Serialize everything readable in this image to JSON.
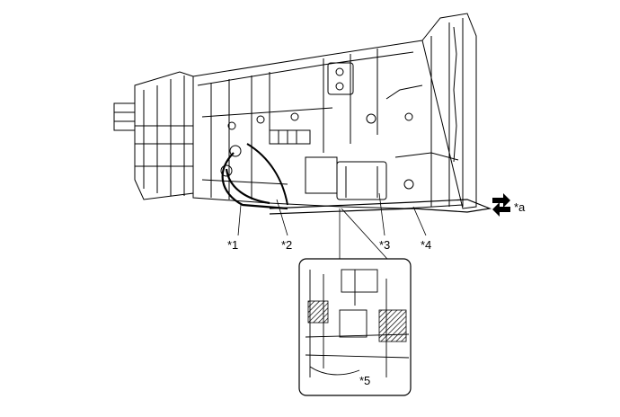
{
  "callouts": {
    "c1": "*1",
    "c2": "*2",
    "c3": "*3",
    "c4": "*4",
    "c5": "*5",
    "ca": "*a"
  },
  "colors": {
    "line": "#000000",
    "hatch": "#000000",
    "background": "#ffffff"
  }
}
